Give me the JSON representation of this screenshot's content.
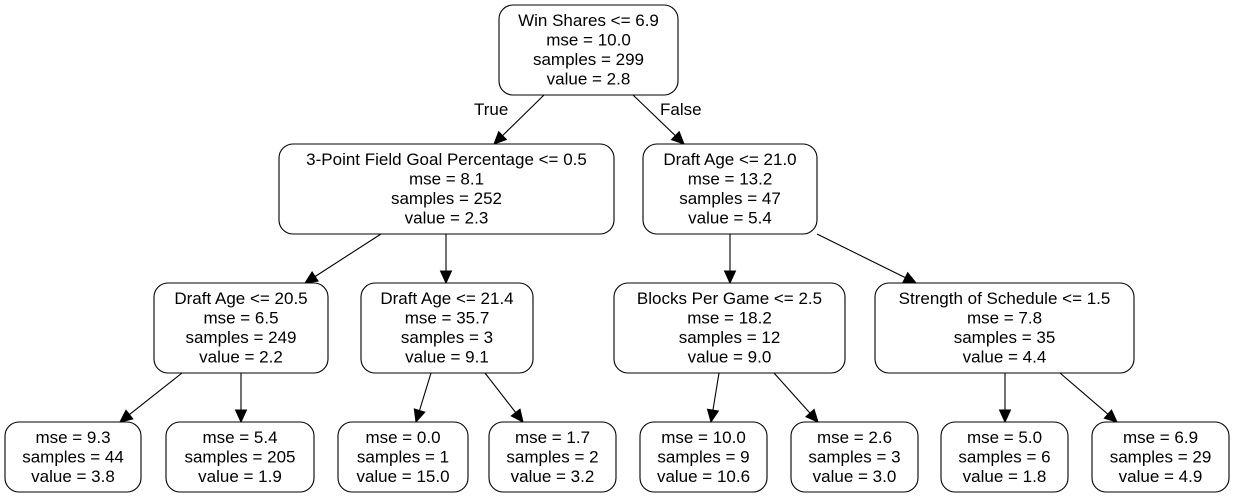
{
  "nodes": [
    {
      "id": "n0",
      "lines": [
        "Win Shares <= 6.9",
        "mse = 10.0",
        "samples = 299",
        "value = 2.8"
      ]
    },
    {
      "id": "n1",
      "lines": [
        "3-Point Field Goal Percentage <= 0.5",
        "mse = 8.1",
        "samples = 252",
        "value = 2.3"
      ]
    },
    {
      "id": "n2",
      "lines": [
        "Draft Age <= 21.0",
        "mse = 13.2",
        "samples = 47",
        "value = 5.4"
      ]
    },
    {
      "id": "n3",
      "lines": [
        "Draft Age <= 20.5",
        "mse = 6.5",
        "samples = 249",
        "value = 2.2"
      ]
    },
    {
      "id": "n4",
      "lines": [
        "Draft Age <= 21.4",
        "mse = 35.7",
        "samples = 3",
        "value = 9.1"
      ]
    },
    {
      "id": "n5",
      "lines": [
        "Blocks Per Game <= 2.5",
        "mse = 18.2",
        "samples = 12",
        "value = 9.0"
      ]
    },
    {
      "id": "n6",
      "lines": [
        "Strength of Schedule <= 1.5",
        "mse = 7.8",
        "samples = 35",
        "value = 4.4"
      ]
    },
    {
      "id": "n7",
      "lines": [
        "mse = 9.3",
        "samples = 44",
        "value = 3.8"
      ]
    },
    {
      "id": "n8",
      "lines": [
        "mse = 5.4",
        "samples = 205",
        "value = 1.9"
      ]
    },
    {
      "id": "n9",
      "lines": [
        "mse = 0.0",
        "samples = 1",
        "value = 15.0"
      ]
    },
    {
      "id": "n10",
      "lines": [
        "mse = 1.7",
        "samples = 2",
        "value = 3.2"
      ]
    },
    {
      "id": "n11",
      "lines": [
        "mse = 10.0",
        "samples = 9",
        "value = 10.6"
      ]
    },
    {
      "id": "n12",
      "lines": [
        "mse = 2.6",
        "samples = 3",
        "value = 3.0"
      ]
    },
    {
      "id": "n13",
      "lines": [
        "mse = 5.0",
        "samples = 6",
        "value = 1.8"
      ]
    },
    {
      "id": "n14",
      "lines": [
        "mse = 6.9",
        "samples = 29",
        "value = 4.9"
      ]
    }
  ],
  "edges": [
    {
      "from": "n0",
      "to": "n1",
      "label": "True"
    },
    {
      "from": "n0",
      "to": "n2",
      "label": "False"
    },
    {
      "from": "n1",
      "to": "n3"
    },
    {
      "from": "n1",
      "to": "n4"
    },
    {
      "from": "n2",
      "to": "n5"
    },
    {
      "from": "n2",
      "to": "n6"
    },
    {
      "from": "n3",
      "to": "n7"
    },
    {
      "from": "n3",
      "to": "n8"
    },
    {
      "from": "n4",
      "to": "n9"
    },
    {
      "from": "n4",
      "to": "n10"
    },
    {
      "from": "n5",
      "to": "n11"
    },
    {
      "from": "n5",
      "to": "n12"
    },
    {
      "from": "n6",
      "to": "n13"
    },
    {
      "from": "n6",
      "to": "n14"
    }
  ]
}
